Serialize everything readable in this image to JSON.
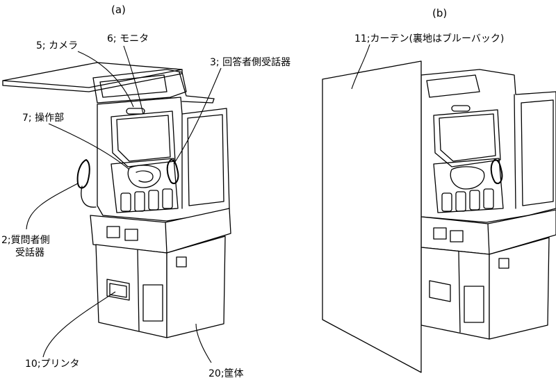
{
  "panels": {
    "a": "(a)",
    "b": "(b)"
  },
  "labels": {
    "camera": "5; カメラ",
    "monitor": "6; モニタ",
    "responder_handset": "3; 回答者側受話器",
    "operation_unit": "7; 操作部",
    "questioner_handset_line1": "2;質問者側",
    "questioner_handset_line2": "受話器",
    "printer": "10;プリンタ",
    "housing": "20;筐体",
    "curtain": "11;カーテン(裏地はブルーバック)"
  }
}
